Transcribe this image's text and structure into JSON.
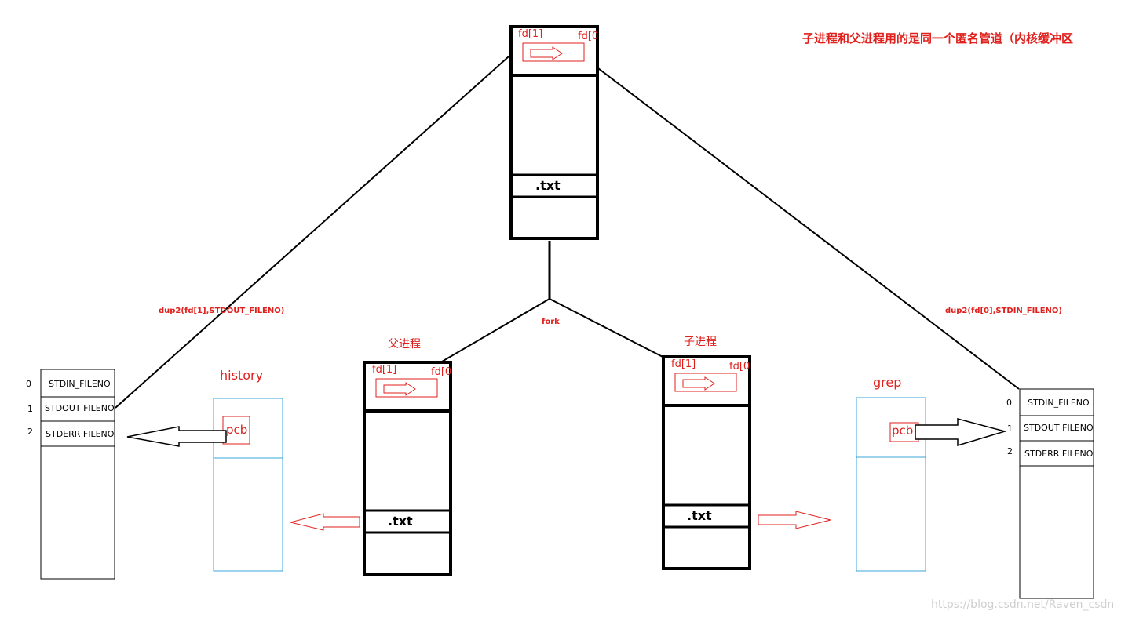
{
  "title": "子进程和父进程用的是同一个匿名管道（内核缓冲区",
  "pipe": {
    "fd1": "fd[1]",
    "fd0": "fd[0",
    "txt": ".txt"
  },
  "fork_label": "fork",
  "parent": {
    "caption": "父进程",
    "fd1": "fd[1]",
    "fd0": "fd[0",
    "txt": ".txt"
  },
  "child": {
    "caption": "子进程",
    "fd1": "fd[1]",
    "fd0": "fd[0",
    "txt": ".txt"
  },
  "dup_left": "dup2(fd[1],STDOUT_FILENO)",
  "dup_right": "dup2(fd[0],STDIN_FILENO)",
  "history": {
    "label": "history",
    "pcb": "pcb"
  },
  "grep": {
    "label": "grep",
    "pcb": "pcb"
  },
  "left_table": {
    "rows": [
      {
        "index": "0",
        "name": "STDIN_FILENO"
      },
      {
        "index": "1",
        "name": "STDOUT FILENO"
      },
      {
        "index": "2",
        "name": "STDERR FILENO"
      }
    ]
  },
  "right_table": {
    "rows": [
      {
        "index": "0",
        "name": "STDIN_FILENO"
      },
      {
        "index": "1",
        "name": "STDOUT FILENO"
      },
      {
        "index": "2",
        "name": "STDERR FILENO"
      }
    ]
  },
  "watermark": "https://blog.csdn.net/Raven_csdn",
  "colors": {
    "red": "#e0201c",
    "blue": "#3aa6d8",
    "black": "#000000"
  }
}
